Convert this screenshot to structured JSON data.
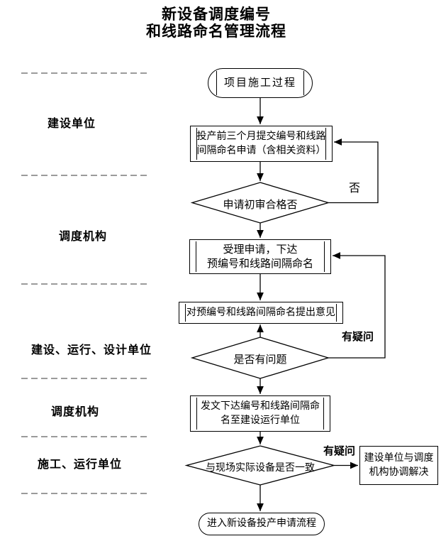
{
  "title": {
    "line1": "新设备调度编号",
    "line2": "和线路命名管理流程"
  },
  "lanes": [
    {
      "label": "建设单位"
    },
    {
      "label": "调度机构"
    },
    {
      "label": "建设、运行、设计单位"
    },
    {
      "label": "调度机构"
    },
    {
      "label": "施工、运行单位"
    }
  ],
  "nodes": {
    "start": {
      "type": "terminator",
      "label": "项目施工过程"
    },
    "submit": {
      "type": "predefined-process",
      "lines": [
        "投产前三个月提交编号和线路",
        "间隔命名申请（含相关资料）"
      ]
    },
    "review": {
      "type": "decision",
      "label": "申请初审合格否"
    },
    "accept": {
      "type": "predefined-process",
      "lines": [
        "受理申请，下达",
        "预编号和线路间隔命名"
      ]
    },
    "opinion": {
      "type": "predefined-process",
      "label": "对预编号和线路间隔命名提出意见"
    },
    "problem": {
      "type": "decision",
      "label": "是否有问题"
    },
    "issue": {
      "type": "predefined-process",
      "lines": [
        "发文下达编号和线路间隔命",
        "名至建设运行单位"
      ]
    },
    "consistent": {
      "type": "decision",
      "label": "与现场实际设备是否一致"
    },
    "coordinate": {
      "type": "process",
      "lines": [
        "建设单位与调度",
        "机构协调解决"
      ]
    },
    "end": {
      "type": "terminator",
      "label": "进入新设备投产申请流程"
    }
  },
  "edge_labels": {
    "review_no": "否",
    "problem_doubt": "有疑问",
    "consistent_doubt": "有疑问"
  },
  "colors": {
    "line": "#000000",
    "lane_divider": "#7a7a7a",
    "background": "#ffffff",
    "text": "#000000"
  }
}
